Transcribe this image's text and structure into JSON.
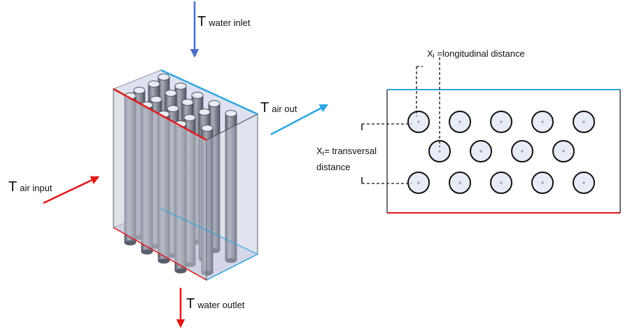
{
  "labels": {
    "water_inlet": {
      "symbol": "T",
      "sub": "water inlet"
    },
    "water_outlet": {
      "symbol": "T",
      "sub": "water outlet"
    },
    "air_input": {
      "symbol": "T",
      "sub": "air input"
    },
    "air_out": {
      "symbol": "T",
      "sub": "air out"
    },
    "longitudinal": {
      "symbol": "X",
      "sub": "l",
      "text": " =longitudinal distance"
    },
    "transversal": {
      "symbol": "X",
      "sub": "t",
      "text": "= transversal",
      "line2": "distance"
    }
  },
  "tube_grid": {
    "rows": [
      5,
      4,
      5
    ]
  },
  "colors": {
    "water_inlet_arrow": "#4a6fc4",
    "water_outlet_arrow": "#e0191b",
    "air_in_arrow": "#e0191b",
    "air_out_arrow": "#2fa6e0",
    "top_edge": "#2fa6e0",
    "bottom_edge": "#e0191b",
    "tube_fill": "#e8ecf6"
  }
}
